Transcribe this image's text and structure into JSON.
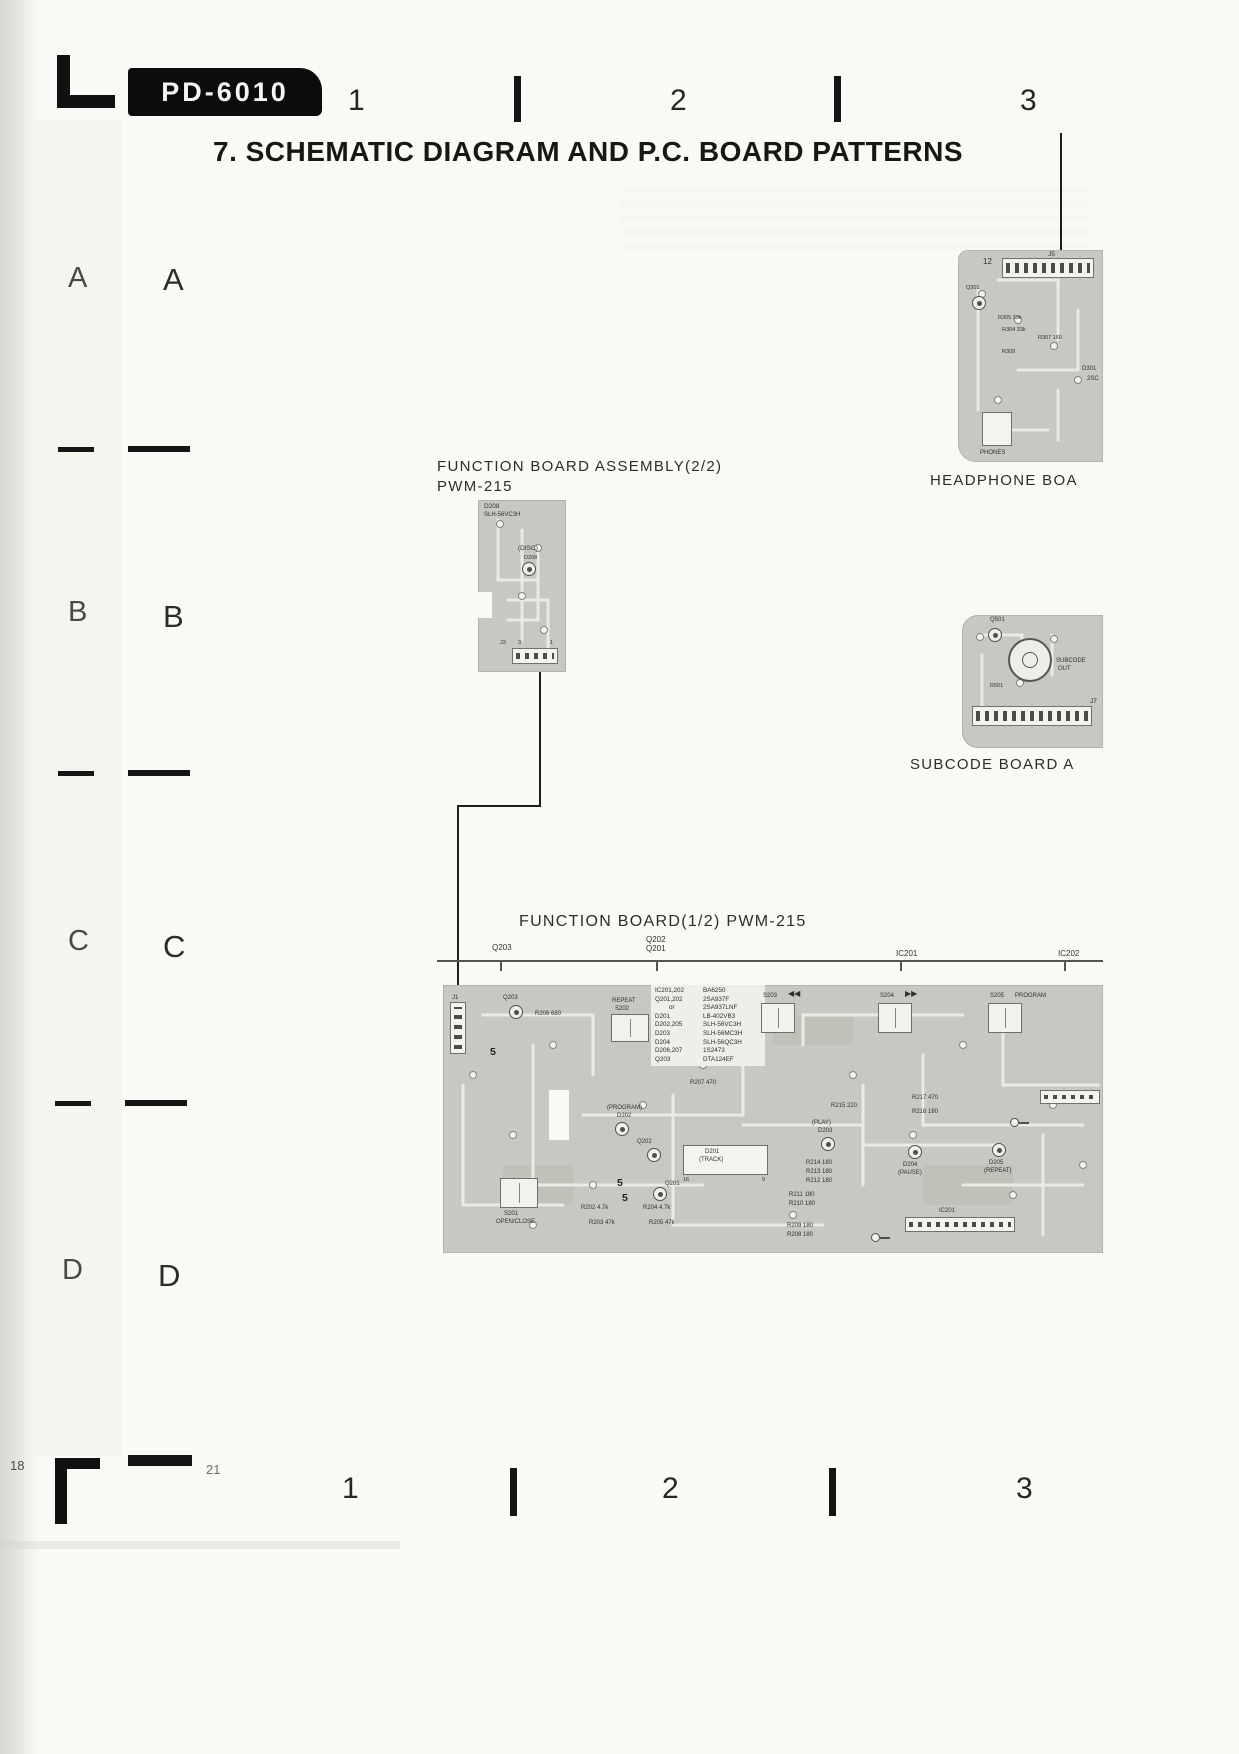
{
  "page": {
    "model": "PD-6010",
    "title": "7. SCHEMATIC DIAGRAM AND P.C. BOARD PATTERNS",
    "page_no_left": "18",
    "page_no_inner": "21"
  },
  "grid": {
    "top": [
      "1",
      "2",
      "3"
    ],
    "bottom": [
      "1",
      "2",
      "3"
    ],
    "rows_outer": [
      "A",
      "B",
      "C",
      "D"
    ],
    "rows_inner": [
      "A",
      "B",
      "C",
      "D"
    ]
  },
  "assembly": {
    "title": "FUNCTION BOARD ASSEMBLY(2/2)",
    "subtitle": "PWM-215",
    "d208_ref": "D208",
    "d208_part": "SLH-56VC3H",
    "disc": "(DISC)",
    "d208": "D208",
    "j3": "J3",
    "pin3": "3",
    "pin1": "1"
  },
  "headphone": {
    "caption": "HEADPHONE BOA",
    "j5": "J5",
    "n12": "12",
    "q301": "Q301",
    "r305": "R305 33k",
    "r304": "R304 33k",
    "r307": "R307 160",
    "r309": "R309",
    "d301": "D301",
    "d301_part": "2SC",
    "phones": "PHONES"
  },
  "subcode": {
    "caption": "SUBCODE BOARD A",
    "q501": "Q501",
    "out1": "SUBCODE",
    "out2": "OUT",
    "r501": "R501",
    "j7": "J7"
  },
  "main": {
    "caption": "FUNCTION BOARD(1/2) PWM-215",
    "refs": {
      "q203": "Q203",
      "q202": "Q202",
      "q201": "Q201",
      "ic201": "IC201",
      "ic202": "IC202"
    },
    "parts": [
      {
        "ref": "IC201,202",
        "part": "BA6250"
      },
      {
        "ref": "Q201,202",
        "part": "2SA937F"
      },
      {
        "ref": "or",
        "part": "2SA937LNF"
      },
      {
        "ref": "D201",
        "part": "LB-402VB3"
      },
      {
        "ref": "D202,205",
        "part": "SLH-56VC3H"
      },
      {
        "ref": "D203",
        "part": "SLH-56MC3H"
      },
      {
        "ref": "D204",
        "part": "SLH-56QC3H"
      },
      {
        "ref": "D206,207",
        "part": "1S2473"
      },
      {
        "ref": "Q203",
        "part": "DTA124EF"
      }
    ],
    "labels": {
      "j1": "J1",
      "five": "5",
      "q203": "Q203",
      "r206": "R206  680",
      "repeat": "REPEAT",
      "s202": "S202",
      "s203": "S203",
      "rew": "◀◀",
      "s204": "S204",
      "ff": "▶▶",
      "s205": "S205",
      "program": "PROGRAM",
      "r207": "R207  470",
      "program2": "(PROGRAM)",
      "d202": "D202",
      "q202": "Q202",
      "d201": "D201",
      "track": "(TRACK)",
      "p16": "16",
      "p9": "9",
      "q201": "Q201",
      "play": "(PLAY)",
      "d203": "D203",
      "r215": "R215  220",
      "r217": "R217  470",
      "r216": "R216  180",
      "r214": "R214  180",
      "r213": "R213  180",
      "r212": "R212  180",
      "d204": "D204",
      "pause": "(PAUSE)",
      "d205": "D205",
      "repeat3": "(REPEAT)",
      "r211": "R211  180",
      "r210": "R210  180",
      "r209": "R209  180",
      "r208": "R208  180",
      "ic201b": "IC201",
      "s201": "S201",
      "openclose": "OPEN/CLOSE",
      "r202": "R202  4.7k",
      "r204": "R204  4.7k",
      "r203": "R203  47k",
      "r205": "R205  47k"
    }
  }
}
